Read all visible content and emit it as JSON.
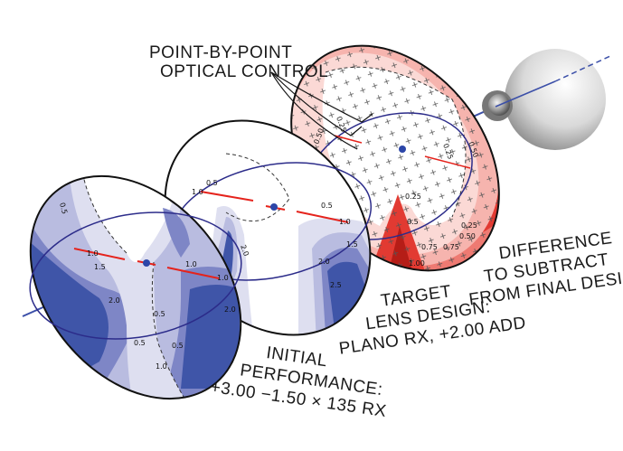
{
  "callout": {
    "line1": "POINT-BY-POINT",
    "line2": "OPTICAL CONTROL"
  },
  "difference_label": {
    "line1": "DIFFERENCE",
    "line2": "TO SUBTRACT",
    "line3": "FROM FINAL DESIGN"
  },
  "target_label": {
    "line1": "TARGET",
    "line2": "LENS DESIGN:",
    "line3": "PLANO RX, +2.00 ADD"
  },
  "initial_label": {
    "line1": "INITIAL",
    "line2": "PERFORMANCE:",
    "line3": "+3.00 −1.50 × 135 RX"
  },
  "contours": {
    "initial": [
      "0.5",
      "1.0",
      "1.5",
      "2.0",
      "0.5",
      "1.0",
      "2.0",
      "1.0",
      "0.5",
      "0.5",
      "1.0"
    ],
    "target": [
      "0.5",
      "1.0",
      "2.0",
      "0.5",
      "1.0",
      "1.5",
      "2.0",
      "2.5"
    ],
    "difference": [
      "0.25",
      "0.50",
      "0.25",
      "0.50",
      "0.25",
      "0.5",
      "0.25",
      "0.50",
      "0.75",
      "0.75",
      "1.00"
    ]
  },
  "colors": {
    "blue_dark": "#3f55a8",
    "blue_mid": "#7e86c6",
    "blue_light": "#b9bce0",
    "blue_pale": "#dedff0",
    "red_dark": "#e23a32",
    "red_mid": "#ee7a72",
    "red_light": "#f6b4ae",
    "red_pale": "#fbd9d5",
    "axis": "#3b4fa8",
    "meridian": "#e5231c"
  }
}
